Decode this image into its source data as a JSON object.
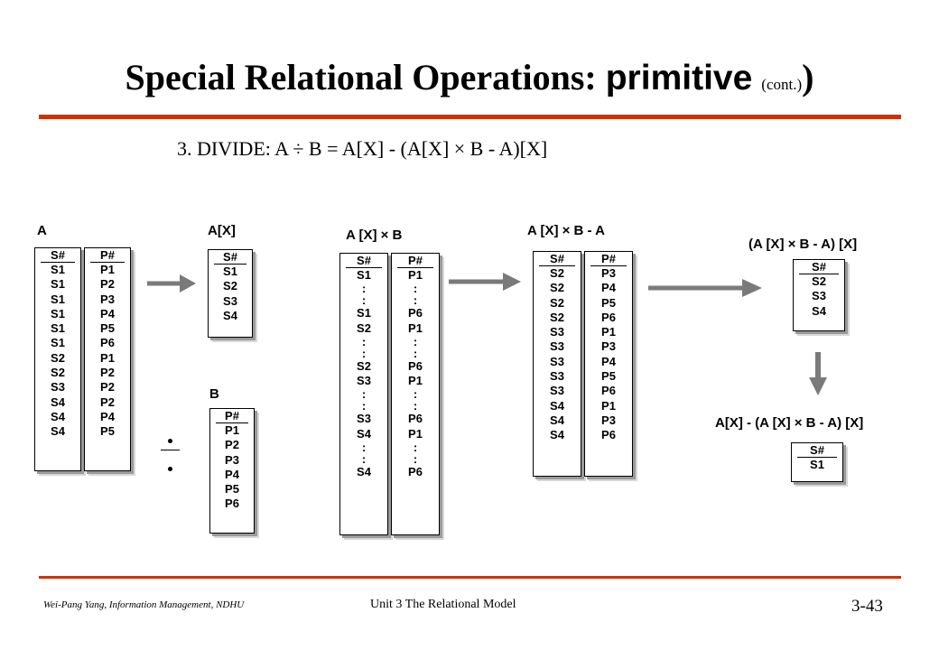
{
  "title": {
    "main": "Special Relational Operations: ",
    "primitive": "primitive",
    "cont": "(cont.)",
    "close": ")"
  },
  "formula": "3. DIVIDE:   A ÷ B = A[X] - (A[X] × B - A)[X]",
  "tables": {
    "A": {
      "label": "A",
      "cols": [
        {
          "header": "S#",
          "cells": [
            "S1",
            "S1",
            "S1",
            "S1",
            "S1",
            "S1",
            "S2",
            "S2",
            "S3",
            "S4",
            "S4",
            "S4"
          ]
        },
        {
          "header": "P#",
          "cells": [
            "P1",
            "P2",
            "P3",
            "P4",
            "P5",
            "P6",
            "P1",
            "P2",
            "P2",
            "P2",
            "P4",
            "P5"
          ]
        }
      ]
    },
    "AX": {
      "label": "A[X]",
      "cols": [
        {
          "header": "S#",
          "cells": [
            "S1",
            "S2",
            "S3",
            "S4"
          ]
        }
      ]
    },
    "B": {
      "label": "B",
      "cols": [
        {
          "header": "P#",
          "cells": [
            "P1",
            "P2",
            "P3",
            "P4",
            "P5",
            "P6"
          ]
        }
      ]
    },
    "AXxB": {
      "label": "A [X]  × B",
      "cols": [
        {
          "header": "S#",
          "cells": [
            "S1",
            ":",
            ":",
            "S1",
            "S2",
            ":",
            ":",
            "S2",
            "S3",
            ":",
            ":",
            "S3",
            "S4",
            ":",
            ":",
            "S4"
          ]
        },
        {
          "header": "P#",
          "cells": [
            "P1",
            ":",
            ":",
            "P6",
            "P1",
            ":",
            ":",
            "P6",
            "P1",
            ":",
            ":",
            "P6",
            "P1",
            ":",
            ":",
            "P6"
          ]
        }
      ]
    },
    "AXxBminusA": {
      "label": "A [X]  × B - A",
      "cols": [
        {
          "header": "S#",
          "cells": [
            "S2",
            "S2",
            "S2",
            "S2",
            "S3",
            "S3",
            "S3",
            "S3",
            "S3",
            "S4",
            "S4",
            "S4"
          ]
        },
        {
          "header": "P#",
          "cells": [
            "P3",
            "P4",
            "P5",
            "P6",
            "P1",
            "P3",
            "P4",
            "P5",
            "P6",
            "P1",
            "P3",
            "P6"
          ]
        }
      ]
    },
    "proj": {
      "label": "(A [X]  × B - A) [X]",
      "cols": [
        {
          "header": "S#",
          "cells": [
            "S2",
            "S3",
            "S4"
          ]
        }
      ]
    },
    "result": {
      "label": "A[X] - (A [X]  × B - A) [X]",
      "cols": [
        {
          "header": "S#",
          "cells": [
            "S1"
          ]
        }
      ]
    }
  },
  "divide_symbol": "÷",
  "footer": {
    "left": "Wei-Pang Yang, Information Management, NDHU",
    "center": "Unit 3  The Relational Model",
    "page": "3-43"
  },
  "colors": {
    "rule": "#cc3300",
    "arrow": "#7a7a7a"
  }
}
